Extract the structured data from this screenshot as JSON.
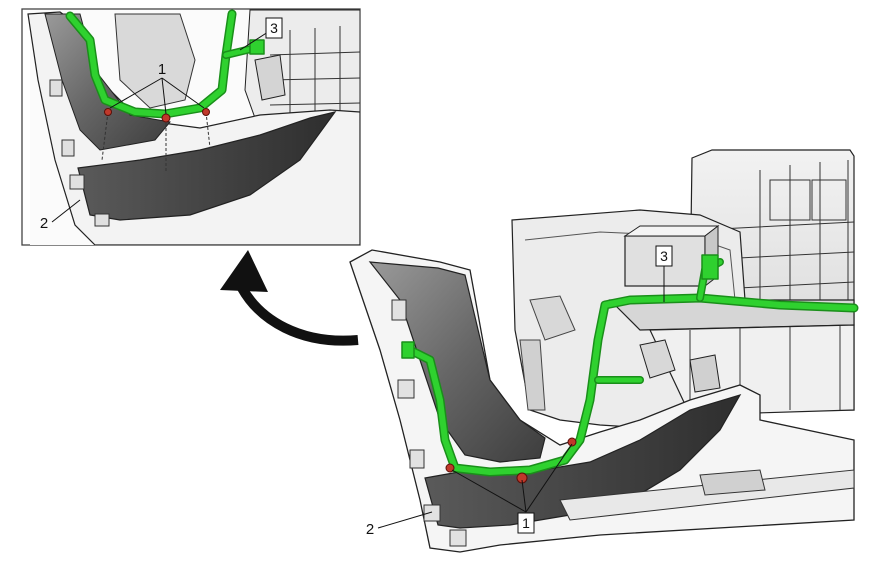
{
  "diagram": {
    "callouts": {
      "fasteners": "1",
      "panel": "2",
      "harness": "3"
    },
    "colors": {
      "harness": "#2fd12f",
      "harness_dark": "#1a8f1a",
      "panel_dark": "#4a4a4a",
      "panel_mid": "#8a8a8a",
      "frame": "#e6e6e6",
      "fastener": "#c0392b",
      "outline": "#222222",
      "detail_border": "#444444"
    },
    "icons": {
      "arrow": "curved-arrow-icon",
      "fastener": "clip-fastener-icon"
    }
  }
}
